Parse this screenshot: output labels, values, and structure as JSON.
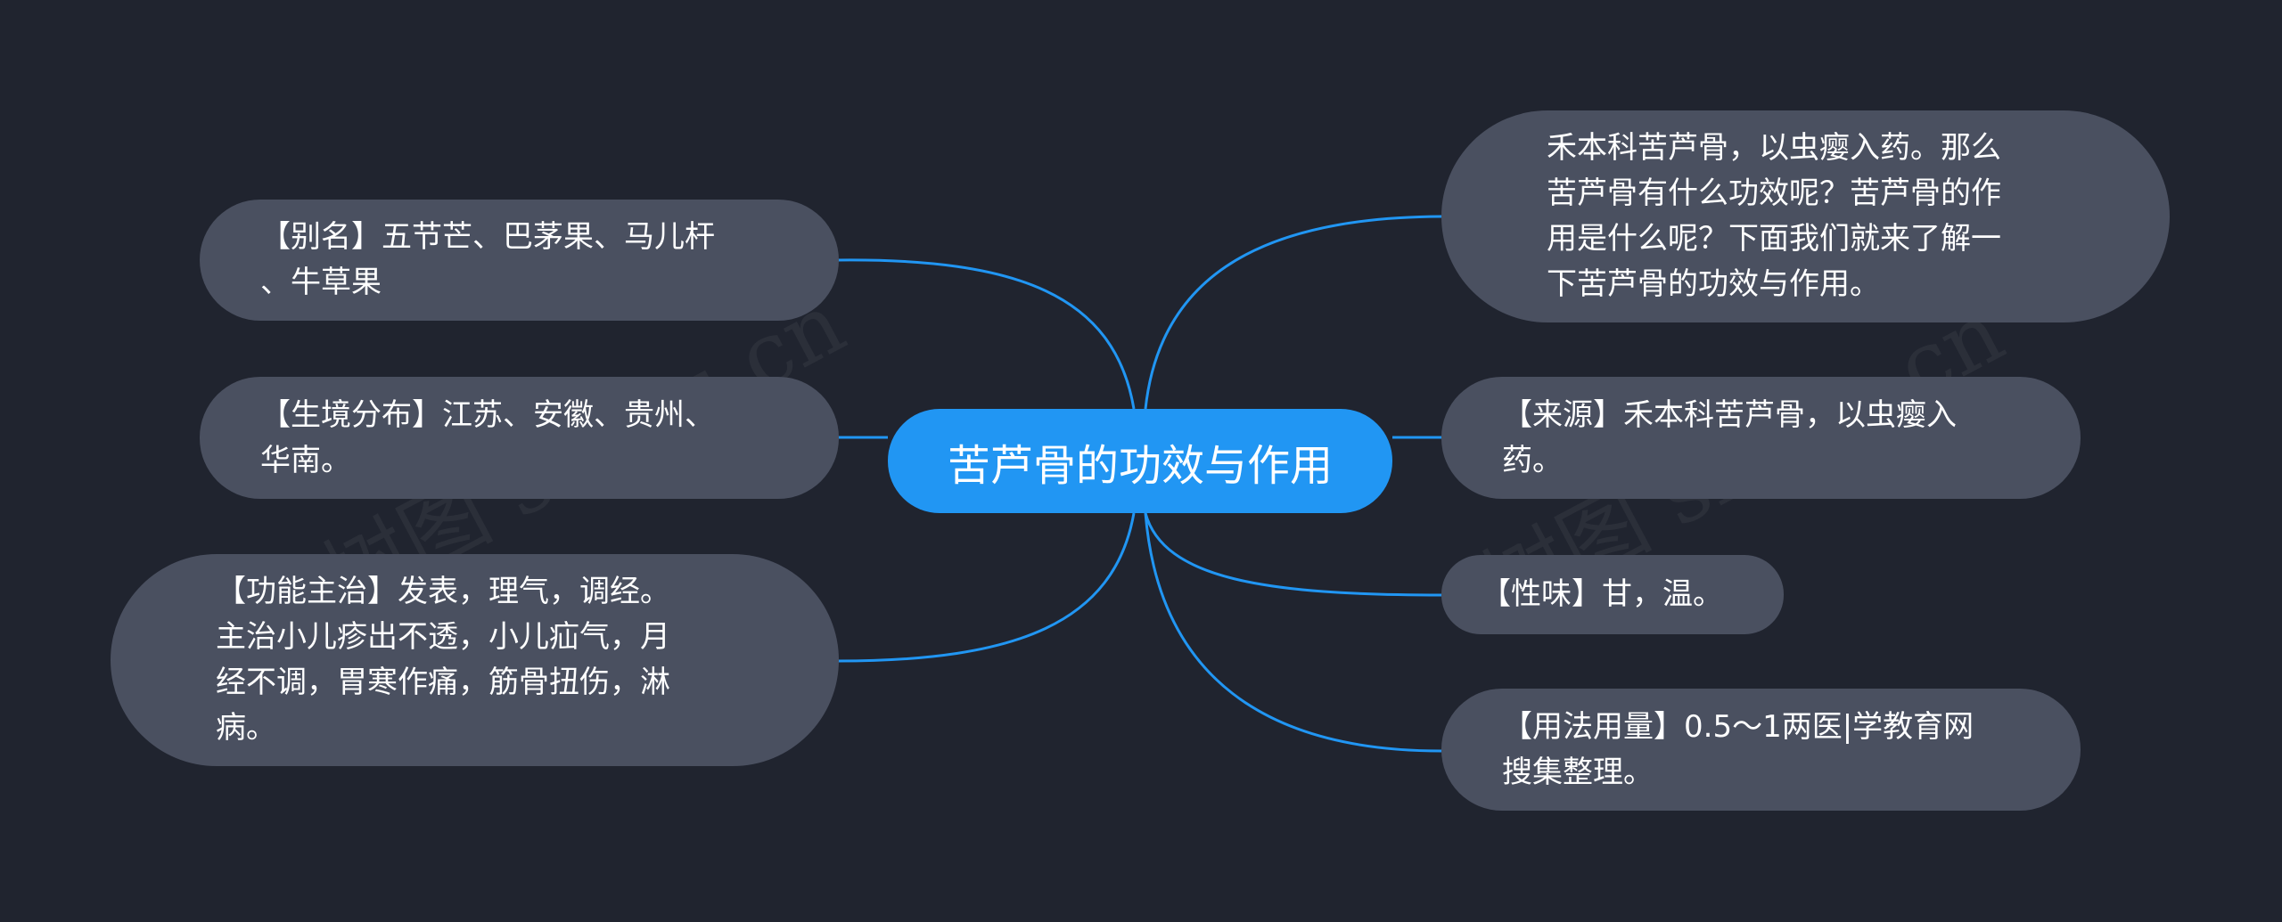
{
  "diagram": {
    "center": {
      "label": "苦芦骨的功效与作用"
    },
    "left_nodes": [
      {
        "id": "alias",
        "lines": [
          "【别名】五节芒、巴茅果、马儿杆",
          "、牛草果"
        ]
      },
      {
        "id": "habitat",
        "lines": [
          "【生境分布】江苏、安徽、贵州、",
          "华南。"
        ]
      },
      {
        "id": "function",
        "lines": [
          "【功能主治】发表，理气，调经。",
          "主治小儿疹出不透，小儿疝气，月",
          "经不调，胃寒作痛，筋骨扭伤，淋",
          "病。"
        ]
      }
    ],
    "right_nodes": [
      {
        "id": "intro",
        "lines": [
          "禾本科苦芦骨，以虫瘿入药。那么",
          "苦芦骨有什么功效呢？苦芦骨的作",
          "用是什么呢？下面我们就来了解一",
          "下苦芦骨的功效与作用。"
        ]
      },
      {
        "id": "source",
        "lines": [
          "【来源】禾本科苦芦骨，以虫瘿入",
          "药。"
        ]
      },
      {
        "id": "taste",
        "lines": [
          "【性味】甘，温。"
        ]
      },
      {
        "id": "usage",
        "lines": [
          "【用法用量】0.5～1两医|学教育网",
          "搜集整理。"
        ]
      }
    ]
  },
  "colors": {
    "background": "#20242f",
    "node_fill": "#4a5060",
    "center_fill": "#2196f3",
    "connector": "#2196f3",
    "text": "#ffffff"
  }
}
